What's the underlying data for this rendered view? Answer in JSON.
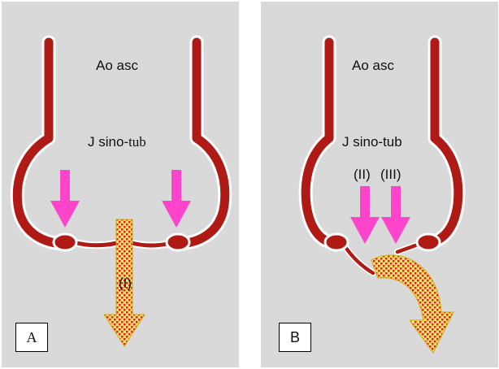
{
  "panel_a": {
    "letter": "A",
    "aorta_label": "Ao asc",
    "junction_label_prefix": "J sino-",
    "junction_label_suffix": "tub",
    "flow_label": "(I)"
  },
  "panel_b": {
    "letter": "B",
    "aorta_label": "Ao asc",
    "junction_label": "J sino-tub",
    "arrow_labels": [
      "(II)",
      "(III)"
    ]
  },
  "colors": {
    "panel_bg": "#d9d9d9",
    "wall": "#b01a14",
    "wall_outline": "#ffffff",
    "pink_arrow": "#ff44cc",
    "flow_arrow_fill": "#f5e26a",
    "flow_arrow_dots": "#e0202a"
  }
}
